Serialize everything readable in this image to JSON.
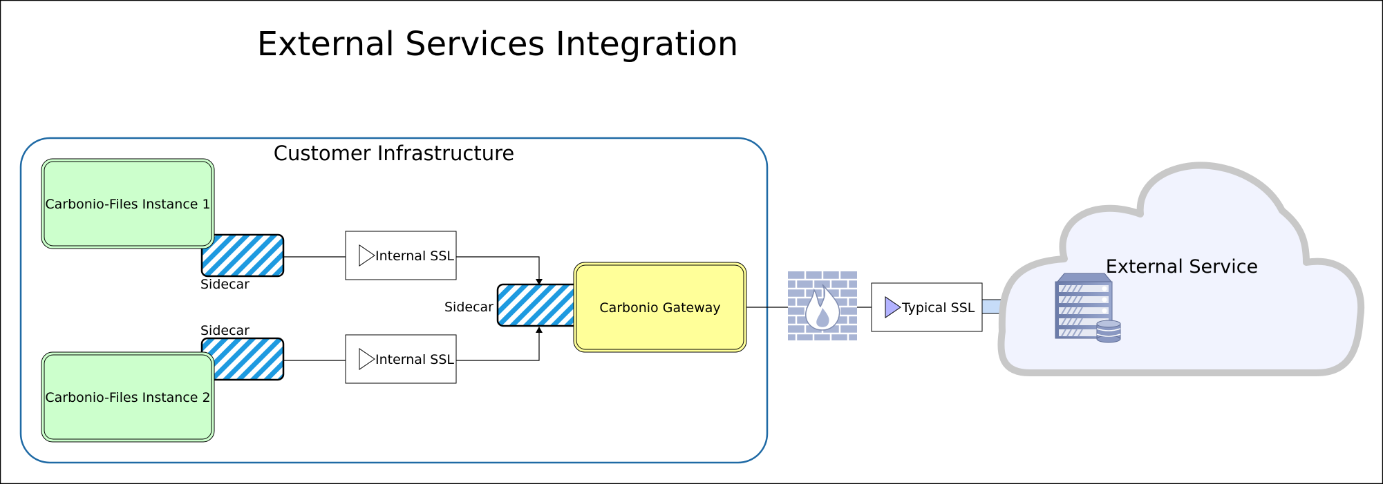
{
  "title": "External Services Integration",
  "customer_infrastructure": {
    "label": "Customer Infrastructure",
    "instances": [
      {
        "label": "Carbonio-Files Instance 1",
        "sidecar_label": "Sidecar"
      },
      {
        "label": "Carbonio-Files Instance 2",
        "sidecar_label": "Sidecar"
      }
    ],
    "ssl_boxes": [
      {
        "label": "Internal SSL"
      },
      {
        "label": "Internal SSL"
      }
    ],
    "gateway": {
      "label": "Carbonio Gateway",
      "sidecar_label": "Sidecar"
    }
  },
  "firewall": {
    "icon": "firewall-icon"
  },
  "typical_ssl": {
    "label": "Typical SSL"
  },
  "external_service": {
    "label": "External Service",
    "icon": "server-database-icon"
  },
  "colors": {
    "title": "#1a2b4c",
    "container_border": "#1f6aa5",
    "instance_fill": "#ccffcc",
    "gateway_fill": "#ffff99",
    "sidecar_stripe": "#1e9ae0",
    "firewall_brick": "#a8b4d4",
    "cloud_fill": "#f1f3fe",
    "cloud_border": "#c8c8c8",
    "arrow_fill": "#c6dcf8"
  }
}
